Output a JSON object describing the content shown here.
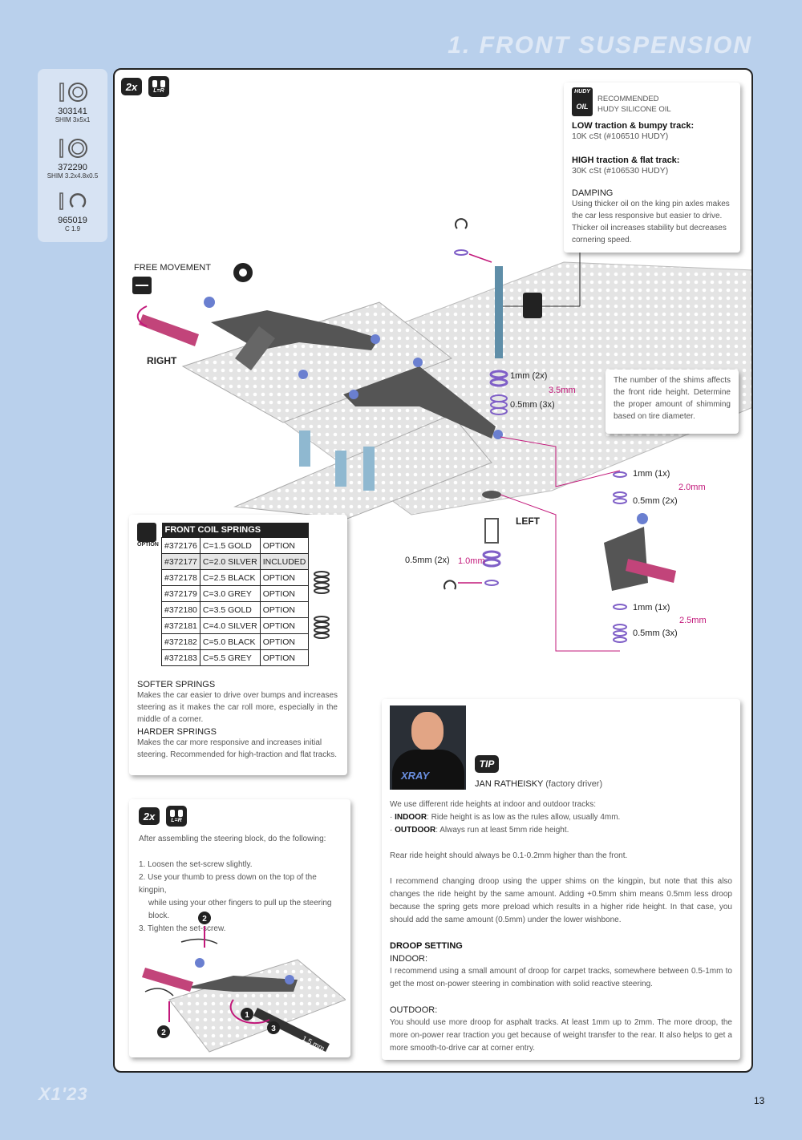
{
  "header": {
    "title": "1. FRONT SUSPENSION"
  },
  "parts": [
    {
      "icon": "shim-icon",
      "number": "303141",
      "desc": "SHIM 3x5x1"
    },
    {
      "icon": "shim-icon",
      "number": "372290",
      "desc": "SHIM 3.2x4.8x0.5"
    },
    {
      "icon": "e-clip-icon",
      "number": "965019",
      "desc": "C 1.9"
    }
  ],
  "badges": {
    "qty": "2x",
    "lr": "L=R"
  },
  "oil_box": {
    "brand": "HUDY",
    "oil_label": "OIL",
    "recommended": "RECOMMENDED",
    "product": "HUDY SILICONE OIL",
    "low_title": "LOW traction & bumpy track:",
    "low_value": "10K cSt (#106510 HUDY)",
    "high_title": "HIGH traction & flat track:",
    "high_value": "30K cSt (#106530 HUDY)",
    "damping_title": "DAMPING",
    "damping_text": "Using thicker oil on the king pin axles makes the car less responsive but easier to drive. Thicker oil increases stability but decreases cornering speed."
  },
  "diagram": {
    "free_movement": "FREE MOVEMENT",
    "right": "RIGHT",
    "left": "LEFT",
    "upper_shims": {
      "a": "1mm (2x)",
      "b": "0.5mm (3x)",
      "total": "3.5mm"
    },
    "shims_note": "The number of the shims affects the front ride height. Determine the proper amount of shimming based on tire diameter.",
    "top_shims": {
      "a": "1mm (1x)",
      "b": "0.5mm (2x)",
      "total": "2.0mm"
    },
    "bottom_shims": {
      "a": "1mm (1x)",
      "b": "0.5mm (3x)",
      "total": "2.5mm"
    },
    "lower_shim": {
      "a": "0.5mm (2x)",
      "total": "1.0mm"
    }
  },
  "springs": {
    "option_label": "OPTION",
    "title": "FRONT COIL SPRINGS",
    "rows": [
      {
        "part": "#372176",
        "rate": "C=1.5 GOLD",
        "status": "OPTION"
      },
      {
        "part": "#372177",
        "rate": "C=2.0 SILVER",
        "status": "INCLUDED"
      },
      {
        "part": "#372178",
        "rate": "C=2.5 BLACK",
        "status": "OPTION"
      },
      {
        "part": "#372179",
        "rate": "C=3.0 GREY",
        "status": "OPTION"
      },
      {
        "part": "#372180",
        "rate": "C=3.5 GOLD",
        "status": "OPTION"
      },
      {
        "part": "#372181",
        "rate": "C=4.0 SILVER",
        "status": "OPTION"
      },
      {
        "part": "#372182",
        "rate": "C=5.0 BLACK",
        "status": "OPTION"
      },
      {
        "part": "#372183",
        "rate": "C=5.5 GREY",
        "status": "OPTION"
      }
    ],
    "softer_title": "SOFTER SPRINGS",
    "softer_text": "Makes the car easier to drive over bumps and increases steering as it makes the car roll more, especially in the middle of a corner.",
    "harder_title": "HARDER SPRINGS",
    "harder_text": "Makes the car more responsive and increases initial steering. Recommended for high-traction and flat tracks."
  },
  "steering": {
    "intro": "After assembling the steering block, do the following:",
    "step1": "1. Loosen the set-screw slightly.",
    "step2": "2. Use your thumb to press down on the top of the kingpin,",
    "step2b": "while using your other fingers to pull up the steering block.",
    "step3": "3. Tighten the set-screw.",
    "tool": "1.5 mm",
    "m1": "1",
    "m2": "2",
    "m3": "3"
  },
  "tip": {
    "badge": "TIP",
    "shirt": "XRAY",
    "author": "JAN RATHEISKY",
    "author_role": "(factory driver)",
    "intro": "We use different ride heights at indoor and outdoor tracks:",
    "indoor_label": "INDOOR",
    "indoor_text": ": Ride height is as low as the rules allow, usually 4mm.",
    "outdoor_label": "OUTDOOR",
    "outdoor_text": ": Always run at least 5mm ride height.",
    "rear": "Rear ride height should always be 0.1-0.2mm higher than the front.",
    "droop_para": "I recommend changing droop using the upper shims on the kingpin, but note that this also changes the ride height by the same amount. Adding +0.5mm shim means 0.5mm less droop because the spring gets more preload which results in a higher ride height. In that case, you should add the same amount (0.5mm) under the lower wishbone.",
    "droop_title": "DROOP SETTING",
    "indoor_title": "INDOOR:",
    "indoor_para": "I recommend using a small amount of droop for carpet tracks, somewhere between 0.5-1mm to get the most on-power steering in combination with solid reactive steering.",
    "outdoor_title": "OUTDOOR:",
    "outdoor_para": "You should use more droop for asphalt tracks. At least 1mm up to 2mm. The more droop, the more on-power rear traction you get because of weight transfer to the rear. It also helps to get a more smooth-to-drive car at corner entry."
  },
  "footer": {
    "logo": "X1'23",
    "page": "13"
  },
  "colors": {
    "accent": "#c2187a",
    "background": "#b9d0ec"
  }
}
